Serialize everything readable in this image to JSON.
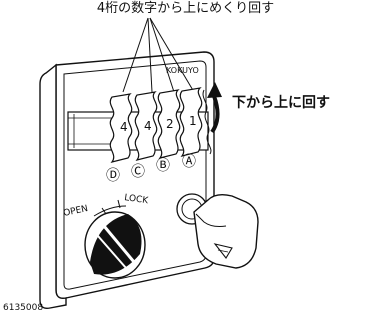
{
  "caption_top": "4桁の数字から上にめくり回す",
  "brand": "KOKUYO",
  "rotate_instruction": "下から上に回す",
  "dials": [
    {
      "digit": "4",
      "letter": "Ⓓ"
    },
    {
      "digit": "4",
      "letter": "Ⓒ"
    },
    {
      "digit": "2",
      "letter": "Ⓑ"
    },
    {
      "digit": "1",
      "letter": "Ⓐ"
    }
  ],
  "knob_labels": {
    "open": "OPEN",
    "lock": "LOCK"
  },
  "product_code": "6135008",
  "icons": [
    "arrow-up-icon",
    "key-icon",
    "keyhole-icon",
    "knob-icon"
  ]
}
